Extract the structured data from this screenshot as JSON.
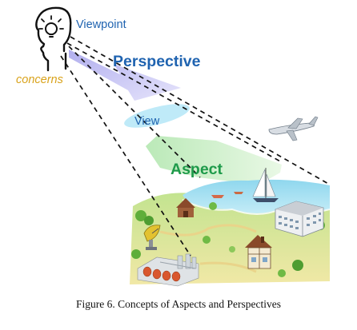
{
  "diagram": {
    "labels": {
      "viewpoint": "Viewpoint",
      "concerns": "concerns",
      "perspective": "Perspective",
      "view": "View",
      "aspect": "Aspect"
    },
    "caption": "Figure 6. Concepts of Aspects and Perspectives",
    "colors": {
      "perspective_text": "#1f63b0",
      "viewpoint_text": "#1f63b0",
      "concerns_text": "#d9a21a",
      "aspect_text": "#1e9a4a",
      "view_text": "#1f63b0",
      "perspective_arrow": "#c9c6f4",
      "view_ellipse": "#a9e3f5",
      "aspect_arrow": "#c8efc6",
      "dashed_lines": "#111111"
    },
    "icons": [
      "head-with-lightbulb-icon",
      "airplane-icon",
      "sailboat-icon",
      "satellite-dish-icon",
      "factory-icon",
      "barn-icon",
      "office-building-icon",
      "house-icon"
    ]
  }
}
